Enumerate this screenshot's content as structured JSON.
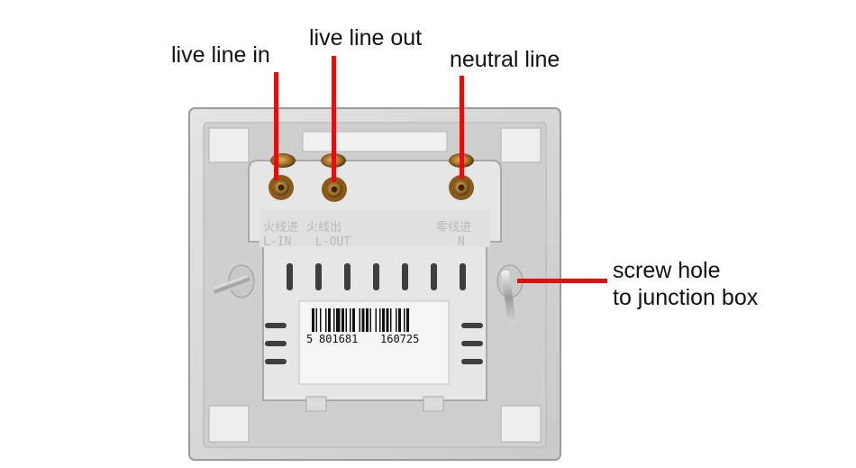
{
  "colors": {
    "accent": "#e01010",
    "housing": "#d9d9d9",
    "module": "#e6e6e6",
    "screw": "#a0702a"
  },
  "labels": {
    "live_in": "live line in",
    "live_out": "live line out",
    "neutral": "neutral line",
    "screw_hole_line1": "screw hole",
    "screw_hole_line2": "to junction box"
  },
  "module_markings": {
    "live_in_cn": "火线进",
    "live_out_cn": "火线出",
    "neutral_cn": "零线进",
    "live_in": "L-IN",
    "live_out": "L-OUT",
    "neutral": "N"
  },
  "barcode": {
    "digits_first": "5",
    "digits_group1": "801681",
    "digits_group2": "160725"
  }
}
